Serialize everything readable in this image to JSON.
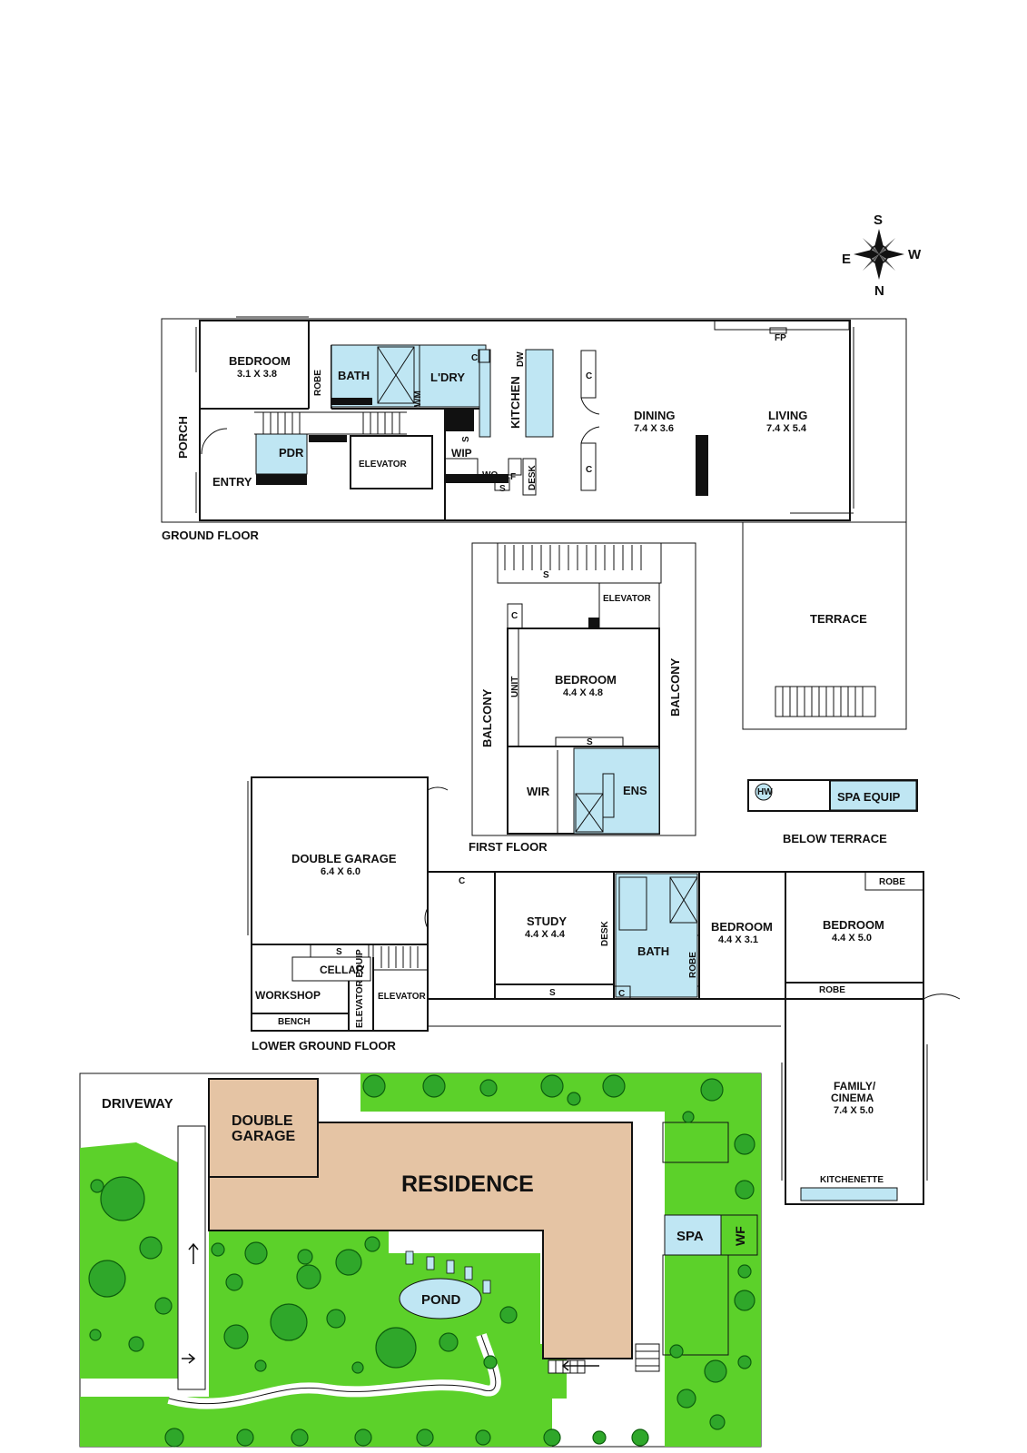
{
  "compass": {
    "s": "S",
    "e": "E",
    "w": "W",
    "n": "N"
  },
  "ground_floor": {
    "heading": "GROUND FLOOR",
    "porch": "PORCH",
    "entry": "ENTRY",
    "pdr": "PDR",
    "bedroom": "BEDROOM",
    "bedroom_dim": "3.1 X 3.8",
    "robe": "ROBE",
    "bath": "BATH",
    "wm": "WM",
    "ldry": "L'DRY",
    "c": "C",
    "dw": "DW",
    "kitchen": "KITCHEN",
    "s": "S",
    "wip": "WIP",
    "wo": "WO",
    "f": "F",
    "desk": "DESK",
    "elevator": "ELEVATOR",
    "dining": "DINING",
    "dining_dim": "7.4 X 3.6",
    "living": "LIVING",
    "living_dim": "7.4 X 5.4",
    "fp": "FP"
  },
  "terrace": "TERRACE",
  "first_floor": {
    "heading": "FIRST FLOOR",
    "s": "S",
    "elevator": "ELEVATOR",
    "c": "C",
    "unit": "UNIT",
    "bedroom": "BEDROOM",
    "bedroom_dim": "4.4 X 4.8",
    "balcony": "BALCONY",
    "wir": "WIR",
    "ens": "ENS"
  },
  "below_terrace": {
    "heading": "BELOW TERRACE",
    "hw": "HW",
    "spa_equip": "SPA EQUIP"
  },
  "lower_ground": {
    "heading": "LOWER GROUND FLOOR",
    "double_garage": "DOUBLE GARAGE",
    "garage_dim": "6.4 X 6.0",
    "s": "S",
    "cellar": "CELLAR",
    "workshop": "WORKSHOP",
    "elevator_equip": "ELEVATOR EQUIP",
    "elevator": "ELEVATOR",
    "bench": "BENCH",
    "c": "C",
    "study": "STUDY",
    "study_dim": "4.4 X 4.4",
    "desk": "DESK",
    "bath": "BATH",
    "robe": "ROBE",
    "bedroom": "BEDROOM",
    "bedroom1_dim": "4.4 X 3.1",
    "bedroom2_dim": "4.4 X 5.0",
    "family": "FAMILY/",
    "cinema": "CINEMA",
    "family_dim": "7.4 X 5.0",
    "kitchenette": "KITCHENETTE"
  },
  "site": {
    "driveway": "DRIVEWAY",
    "double": "DOUBLE",
    "garage": "GARAGE",
    "residence": "RESIDENCE",
    "spa": "SPA",
    "wf": "WF",
    "pond": "POND"
  }
}
